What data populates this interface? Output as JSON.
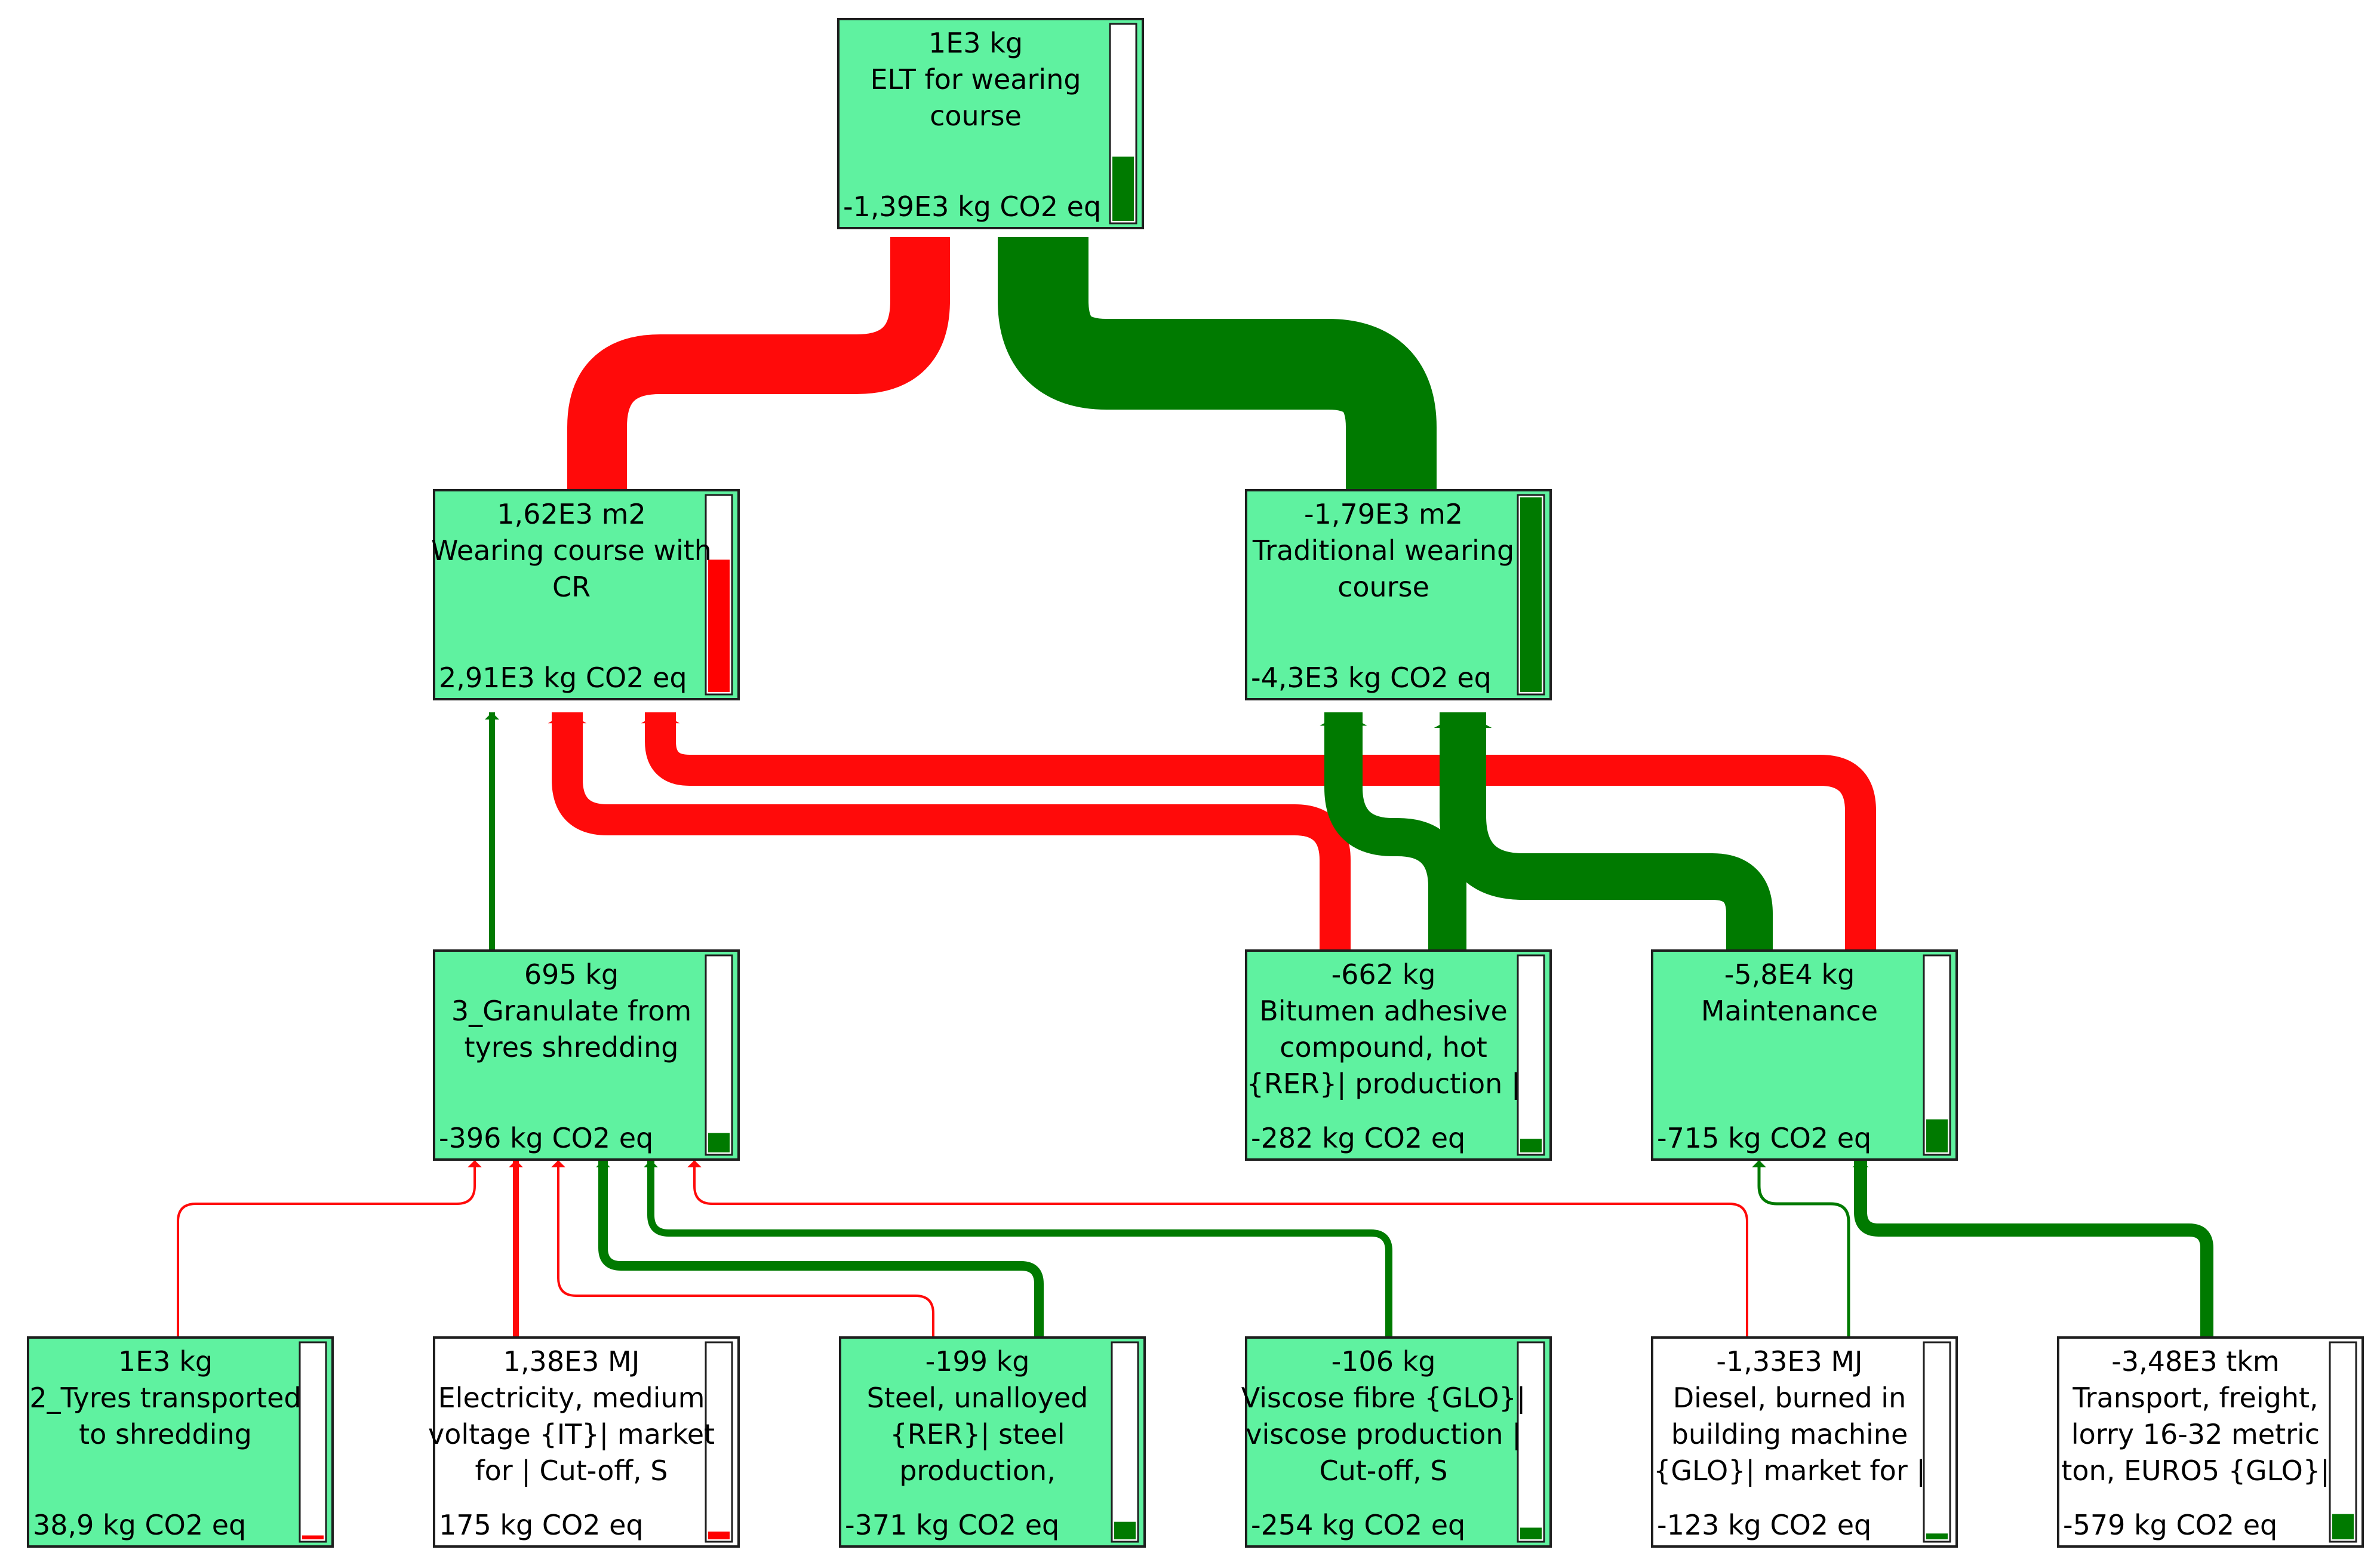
{
  "colors": {
    "process_fill": "#5ff2a0",
    "material_fill": "#ffffff",
    "positive_flow": "#ff0a0a",
    "negative_flow": "#007a00",
    "gauge_positive": "#ff0000",
    "gauge_negative": "#007a00"
  },
  "nodes": [
    {
      "id": "elt",
      "amount": "1E3 kg",
      "name": [
        "ELT for wearing",
        "course"
      ],
      "impact": "-1,39E3 kg CO2 eq",
      "fill": "process",
      "gauge_fraction": 0.33,
      "gauge_sign": "negative"
    },
    {
      "id": "wcr",
      "amount": "1,62E3 m2",
      "name": [
        "Wearing course with",
        "CR"
      ],
      "impact": "2,91E3 kg CO2 eq",
      "fill": "process",
      "gauge_fraction": 0.68,
      "gauge_sign": "positive"
    },
    {
      "id": "trad",
      "amount": "-1,79E3 m2",
      "name": [
        "Traditional wearing",
        "course"
      ],
      "impact": "-4,3E3 kg CO2 eq",
      "fill": "process",
      "gauge_fraction": 1.0,
      "gauge_sign": "negative"
    },
    {
      "id": "gran",
      "amount": "695 kg",
      "name": [
        "3_Granulate from",
        "tyres shredding"
      ],
      "impact": "-396 kg CO2 eq",
      "fill": "process",
      "gauge_fraction": 0.1,
      "gauge_sign": "negative"
    },
    {
      "id": "bit",
      "amount": "-662 kg",
      "name": [
        "Bitumen adhesive",
        "compound, hot",
        "{RER}| production |"
      ],
      "impact": "-282 kg CO2 eq",
      "fill": "process",
      "gauge_fraction": 0.07,
      "gauge_sign": "negative"
    },
    {
      "id": "maint",
      "amount": "-5,8E4 kg",
      "name": [
        "Maintenance"
      ],
      "impact": "-715 kg CO2 eq",
      "fill": "process",
      "gauge_fraction": 0.17,
      "gauge_sign": "negative"
    },
    {
      "id": "tyres",
      "amount": "1E3 kg",
      "name": [
        "2_Tyres transported",
        "to shredding"
      ],
      "impact": "38,9 kg CO2 eq",
      "fill": "process",
      "gauge_fraction": 0.02,
      "gauge_sign": "positive"
    },
    {
      "id": "elec",
      "amount": "1,38E3 MJ",
      "name": [
        "Electricity, medium",
        "voltage {IT}| market",
        "for | Cut-off, S"
      ],
      "impact": "175 kg CO2 eq",
      "fill": "material",
      "gauge_fraction": 0.04,
      "gauge_sign": "positive"
    },
    {
      "id": "steel",
      "amount": "-199 kg",
      "name": [
        "Steel, unalloyed",
        "{RER}| steel",
        "production,"
      ],
      "impact": "-371 kg CO2 eq",
      "fill": "process",
      "gauge_fraction": 0.09,
      "gauge_sign": "negative"
    },
    {
      "id": "visc",
      "amount": "-106 kg",
      "name": [
        "Viscose fibre {GLO}|",
        "viscose production |",
        "Cut-off, S"
      ],
      "impact": "-254 kg CO2 eq",
      "fill": "process",
      "gauge_fraction": 0.06,
      "gauge_sign": "negative"
    },
    {
      "id": "diesel",
      "amount": "-1,33E3 MJ",
      "name": [
        "Diesel, burned in",
        "building machine",
        "{GLO}| market for |"
      ],
      "impact": "-123 kg CO2 eq",
      "fill": "material",
      "gauge_fraction": 0.03,
      "gauge_sign": "negative"
    },
    {
      "id": "transp",
      "amount": "-3,48E3 tkm",
      "name": [
        "Transport, freight,",
        "lorry 16-32 metric",
        "ton, EURO5 {GLO}|"
      ],
      "impact": "-579 kg CO2 eq",
      "fill": "material",
      "gauge_fraction": 0.13,
      "gauge_sign": "negative"
    }
  ],
  "flows": [
    {
      "from": "wcr",
      "to": "elt",
      "sign": "positive",
      "magnitude": 2910
    },
    {
      "from": "trad",
      "to": "elt",
      "sign": "negative",
      "magnitude": 4300
    },
    {
      "from": "gran",
      "to": "wcr",
      "sign": "negative",
      "magnitude": 396
    },
    {
      "from": "bit",
      "to": "wcr",
      "sign": "positive",
      "magnitude": 1500
    },
    {
      "from": "maint",
      "to": "wcr",
      "sign": "positive",
      "magnitude": 1500
    },
    {
      "from": "bit",
      "to": "trad",
      "sign": "negative",
      "magnitude": 2000
    },
    {
      "from": "maint",
      "to": "trad",
      "sign": "negative",
      "magnitude": 2200
    },
    {
      "from": "tyres",
      "to": "gran",
      "sign": "positive",
      "magnitude": 38.9
    },
    {
      "from": "elec",
      "to": "gran",
      "sign": "positive",
      "magnitude": 175
    },
    {
      "from": "steel",
      "to": "gran",
      "sign": "positive",
      "magnitude": 60
    },
    {
      "from": "steel",
      "to": "gran",
      "sign": "negative",
      "magnitude": 371
    },
    {
      "from": "visc",
      "to": "gran",
      "sign": "negative",
      "magnitude": 254
    },
    {
      "from": "diesel",
      "to": "gran",
      "sign": "positive",
      "magnitude": 30
    },
    {
      "from": "diesel",
      "to": "maint",
      "sign": "negative",
      "magnitude": 123
    },
    {
      "from": "transp",
      "to": "maint",
      "sign": "negative",
      "magnitude": 579
    }
  ]
}
